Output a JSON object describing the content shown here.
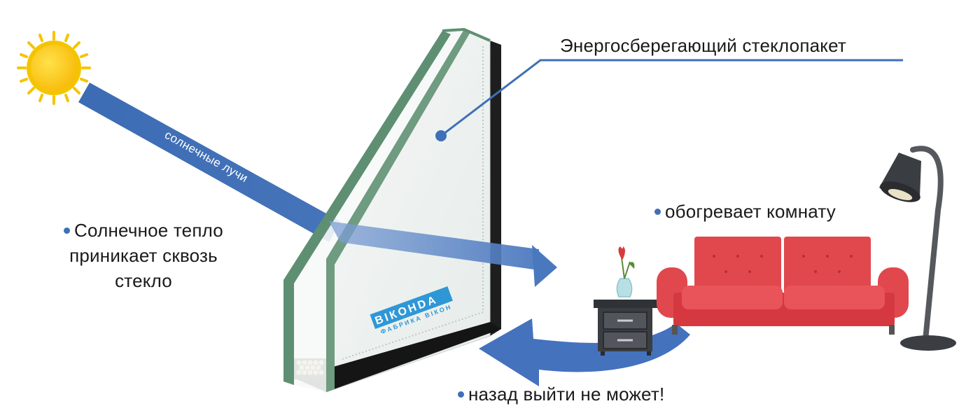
{
  "colors": {
    "accent_blue": "#3f6fb6",
    "sun_yellow": "#ffcc00",
    "sofa_red": "#e0484e",
    "glass_green": "#5f8f72"
  },
  "labels": {
    "glass_unit": "Энергосберегающий стеклопакет",
    "sun_rays": "солнечные лучи",
    "heat_enters": "Солнечное тепло приникает сквозь стекло",
    "warms_room": "обогревает комнату",
    "cannot_escape": "назад выйти не может!"
  },
  "brand": {
    "logo_text": "ВІКОНDA",
    "logo_subtext": "ФАБРИКА ВІКОН"
  },
  "icons": [
    "sun-icon",
    "sofa-icon",
    "floor-lamp-icon",
    "nightstand-icon",
    "flower-vase-icon",
    "curved-arrow-icon"
  ]
}
